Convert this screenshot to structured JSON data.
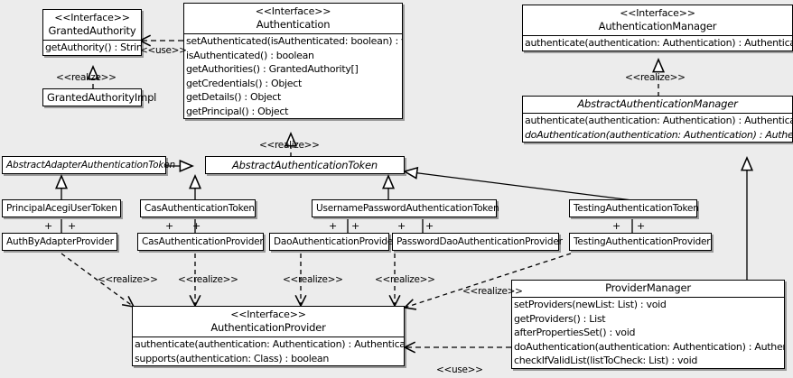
{
  "diagram": {
    "type": "uml-class-diagram",
    "background_color": "#ececec",
    "box_fill": "#ffffff",
    "line_color": "#000000"
  },
  "classes": {
    "granted_authority": {
      "stereotype": "<<Interface>>",
      "name": "GrantedAuthority",
      "members": [
        "getAuthority() : String"
      ]
    },
    "granted_authority_impl": {
      "name": "GrantedAuthorityImpl",
      "members": []
    },
    "authentication": {
      "stereotype": "<<Interface>>",
      "name": "Authentication",
      "members": [
        "setAuthenticated(isAuthenticated: boolean) : void",
        "isAuthenticated() : boolean",
        "getAuthorities() : GrantedAuthority[]",
        "getCredentials() : Object",
        "getDetails() : Object",
        "getPrincipal() : Object"
      ]
    },
    "authentication_manager": {
      "stereotype": "<<Interface>>",
      "name": "AuthenticationManager",
      "members": [
        "authenticate(authentication: Authentication) : Authentication"
      ]
    },
    "abstract_authentication_manager": {
      "name": "AbstractAuthenticationManager",
      "members": [
        "authenticate(authentication: Authentication) : Authentication",
        "doAuthentication(authentication: Authentication) : Authentication"
      ]
    },
    "abstract_adapter_authentication_token": {
      "name": "AbstractAdapterAuthenticationToken",
      "members": []
    },
    "abstract_authentication_token": {
      "name": "AbstractAuthenticationToken",
      "members": []
    },
    "principal_acegi_user_token": {
      "name": "PrincipalAcegiUserToken",
      "members": []
    },
    "cas_authentication_token": {
      "name": "CasAuthenticationToken",
      "members": []
    },
    "username_password_authentication_token": {
      "name": "UsernamePasswordAuthenticationToken",
      "members": []
    },
    "testing_authentication_token": {
      "name": "TestingAuthenticationToken",
      "members": []
    },
    "auth_by_adapter_provider": {
      "name": "AuthByAdapterProvider",
      "members": []
    },
    "cas_authentication_provider": {
      "name": "CasAuthenticationProvider",
      "members": []
    },
    "dao_authentication_provider": {
      "name": "DaoAuthenticationProvider",
      "members": []
    },
    "password_dao_authentication_provider": {
      "name": "PasswordDaoAuthenticationProvider",
      "members": []
    },
    "testing_authentication_provider": {
      "name": "TestingAuthenticationProvider",
      "members": []
    },
    "authentication_provider": {
      "stereotype": "<<Interface>>",
      "name": "AuthenticationProvider",
      "members": [
        "authenticate(authentication: Authentication) : Authentication",
        "supports(authentication: Class) : boolean"
      ]
    },
    "provider_manager": {
      "name": "ProviderManager",
      "members": [
        "setProviders(newList: List) : void",
        "getProviders() : List",
        "afterPropertiesSet() : void",
        "doAuthentication(authentication: Authentication) : Authentication",
        "checkIfValidList(listToCheck: List) : void"
      ]
    }
  },
  "edge_labels": {
    "use_authentication_granted_authority": "<<use>>",
    "realize_granted_authority_impl": "<<realize>>",
    "realize_abstract_authentication_token": "<<realize>>",
    "realize_abstract_authentication_manager": "<<realize>>",
    "realize_auth_by_adapter_provider": "<<realize>>",
    "realize_cas_authentication_provider": "<<realize>>",
    "realize_dao_authentication_provider": "<<realize>>",
    "realize_password_dao_authentication_provider": "<<realize>>",
    "realize_testing_authentication_provider": "<<realize>>",
    "use_provider_manager_authentication_provider": "<<use>>"
  },
  "association_markers": {
    "plus": "+"
  }
}
